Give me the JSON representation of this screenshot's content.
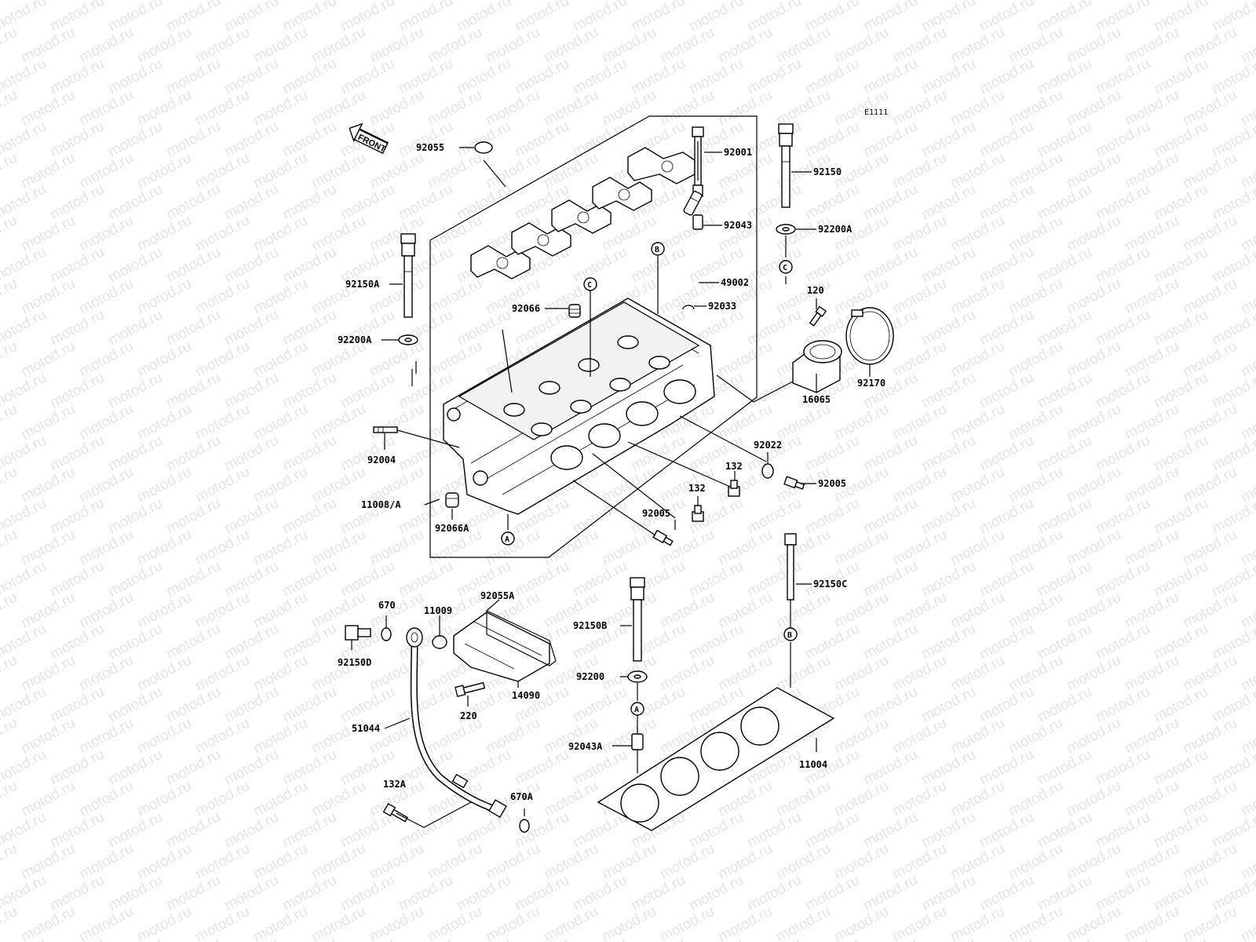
{
  "diagram": {
    "code": "E1111",
    "front_label": "FRONT",
    "watermark_text": "motod.ru",
    "ref_marks": [
      "A",
      "B",
      "C"
    ],
    "parts": [
      {
        "id": "92055",
        "label": "92055"
      },
      {
        "id": "92001",
        "label": "92001"
      },
      {
        "id": "92150",
        "label": "92150"
      },
      {
        "id": "92043",
        "label": "92043"
      },
      {
        "id": "92200A_r",
        "label": "92200A"
      },
      {
        "id": "92150A",
        "label": "92150A"
      },
      {
        "id": "49002",
        "label": "49002"
      },
      {
        "id": "92066",
        "label": "92066"
      },
      {
        "id": "92033",
        "label": "92033"
      },
      {
        "id": "120",
        "label": "120"
      },
      {
        "id": "92200A_l",
        "label": "92200A"
      },
      {
        "id": "92170",
        "label": "92170"
      },
      {
        "id": "16065",
        "label": "16065"
      },
      {
        "id": "92004",
        "label": "92004"
      },
      {
        "id": "92022",
        "label": "92022"
      },
      {
        "id": "132_a",
        "label": "132"
      },
      {
        "id": "92005_r",
        "label": "92005"
      },
      {
        "id": "132_b",
        "label": "132"
      },
      {
        "id": "11008A",
        "label": "11008/A"
      },
      {
        "id": "92005_c",
        "label": "92005"
      },
      {
        "id": "92066A",
        "label": "92066A"
      },
      {
        "id": "92150C",
        "label": "92150C"
      },
      {
        "id": "670",
        "label": "670"
      },
      {
        "id": "92055A",
        "label": "92055A"
      },
      {
        "id": "11009",
        "label": "11009"
      },
      {
        "id": "92150B",
        "label": "92150B"
      },
      {
        "id": "92150D",
        "label": "92150D"
      },
      {
        "id": "92200",
        "label": "92200"
      },
      {
        "id": "14090",
        "label": "14090"
      },
      {
        "id": "220",
        "label": "220"
      },
      {
        "id": "51044",
        "label": "51044"
      },
      {
        "id": "92043A",
        "label": "92043A"
      },
      {
        "id": "11004",
        "label": "11004"
      },
      {
        "id": "132A",
        "label": "132A"
      },
      {
        "id": "670A",
        "label": "670A"
      }
    ]
  }
}
